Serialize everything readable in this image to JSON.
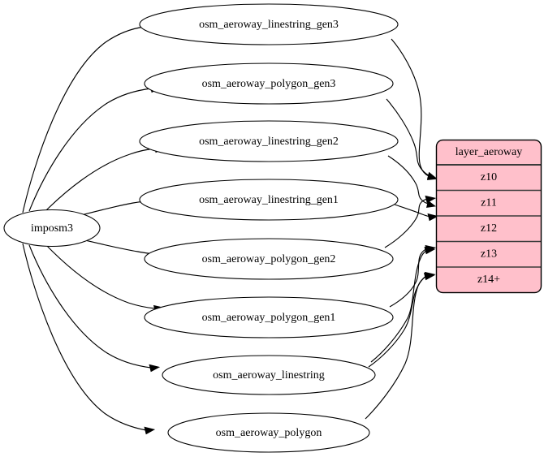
{
  "diagram": {
    "type": "graph",
    "title": "",
    "background_color": "#ffffff",
    "source": {
      "id": "imposm3",
      "label": "imposm3",
      "shape": "ellipse",
      "fill_color": "#ffffff",
      "stroke_color": "#000000"
    },
    "tables": [
      {
        "id": "osm_aeroway_linestring_gen3",
        "label": "osm_aeroway_linestring_gen3",
        "shape": "ellipse",
        "fill_color": "#ffffff",
        "stroke_color": "#000000"
      },
      {
        "id": "osm_aeroway_polygon_gen3",
        "label": "osm_aeroway_polygon_gen3",
        "shape": "ellipse",
        "fill_color": "#ffffff",
        "stroke_color": "#000000"
      },
      {
        "id": "osm_aeroway_linestring_gen2",
        "label": "osm_aeroway_linestring_gen2",
        "shape": "ellipse",
        "fill_color": "#ffffff",
        "stroke_color": "#000000"
      },
      {
        "id": "osm_aeroway_linestring_gen1",
        "label": "osm_aeroway_linestring_gen1",
        "shape": "ellipse",
        "fill_color": "#ffffff",
        "stroke_color": "#000000"
      },
      {
        "id": "osm_aeroway_polygon_gen2",
        "label": "osm_aeroway_polygon_gen2",
        "shape": "ellipse",
        "fill_color": "#ffffff",
        "stroke_color": "#000000"
      },
      {
        "id": "osm_aeroway_polygon_gen1",
        "label": "osm_aeroway_polygon_gen1",
        "shape": "ellipse",
        "fill_color": "#ffffff",
        "stroke_color": "#000000"
      },
      {
        "id": "osm_aeroway_linestring",
        "label": "osm_aeroway_linestring",
        "shape": "ellipse",
        "fill_color": "#ffffff",
        "stroke_color": "#000000"
      },
      {
        "id": "osm_aeroway_polygon",
        "label": "osm_aeroway_polygon",
        "shape": "ellipse",
        "fill_color": "#ffffff",
        "stroke_color": "#000000"
      }
    ],
    "layer": {
      "id": "layer_aeroway",
      "header": "layer_aeroway",
      "shape": "record",
      "fill_color": "#ffc0cb",
      "stroke_color": "#000000",
      "divider_color": "#3b3b3b",
      "zoom_rows": [
        {
          "id": "z10",
          "label": "z10"
        },
        {
          "id": "z11",
          "label": "z11"
        },
        {
          "id": "z12",
          "label": "z12"
        },
        {
          "id": "z13",
          "label": "z13"
        },
        {
          "id": "z14",
          "label": "z14+"
        }
      ]
    },
    "edges": [
      {
        "from": "imposm3",
        "to": "osm_aeroway_linestring_gen3"
      },
      {
        "from": "imposm3",
        "to": "osm_aeroway_polygon_gen3"
      },
      {
        "from": "imposm3",
        "to": "osm_aeroway_linestring_gen2"
      },
      {
        "from": "imposm3",
        "to": "osm_aeroway_linestring_gen1"
      },
      {
        "from": "imposm3",
        "to": "osm_aeroway_polygon_gen2"
      },
      {
        "from": "imposm3",
        "to": "osm_aeroway_polygon_gen1"
      },
      {
        "from": "imposm3",
        "to": "osm_aeroway_linestring"
      },
      {
        "from": "imposm3",
        "to": "osm_aeroway_polygon"
      },
      {
        "from": "osm_aeroway_linestring_gen3",
        "to": "z10"
      },
      {
        "from": "osm_aeroway_polygon_gen3",
        "to": "z10"
      },
      {
        "from": "osm_aeroway_linestring_gen2",
        "to": "z11"
      },
      {
        "from": "osm_aeroway_polygon_gen2",
        "to": "z11"
      },
      {
        "from": "osm_aeroway_linestring_gen1",
        "to": "z12"
      },
      {
        "from": "osm_aeroway_polygon_gen1",
        "to": "z13"
      },
      {
        "from": "osm_aeroway_linestring",
        "to": "z13"
      },
      {
        "from": "osm_aeroway_linestring",
        "to": "z14"
      },
      {
        "from": "osm_aeroway_polygon",
        "to": "z14"
      }
    ]
  }
}
